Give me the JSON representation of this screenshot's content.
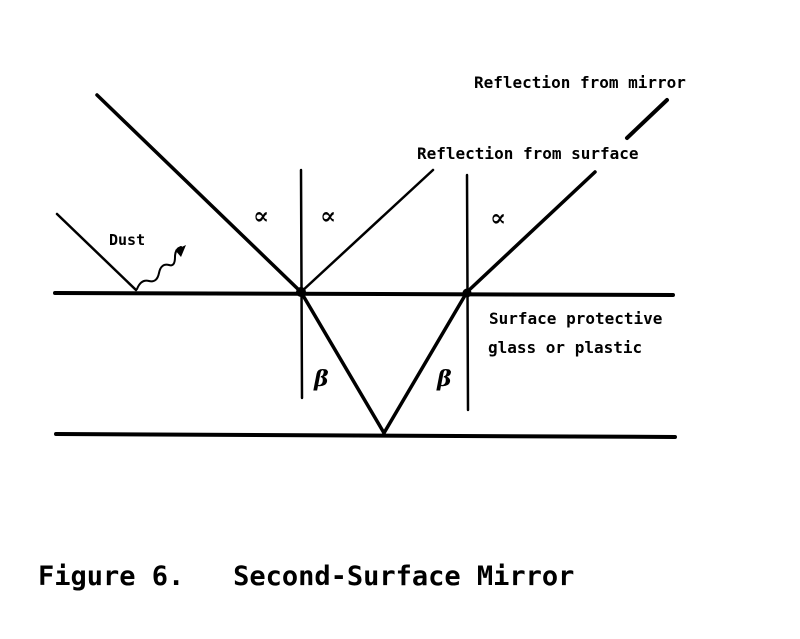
{
  "labels": {
    "reflection_mirror": "Reflection from mirror",
    "reflection_surface": "Reflection from surface",
    "surface_line1": "Surface protective",
    "surface_line2": "glass or plastic",
    "dust": "Dust"
  },
  "angles": {
    "alpha": "∝",
    "beta": "β"
  },
  "caption": "Figure 6.   Second-Surface Mirror",
  "colors": {
    "ink": "#000000",
    "background": "#ffffff"
  }
}
